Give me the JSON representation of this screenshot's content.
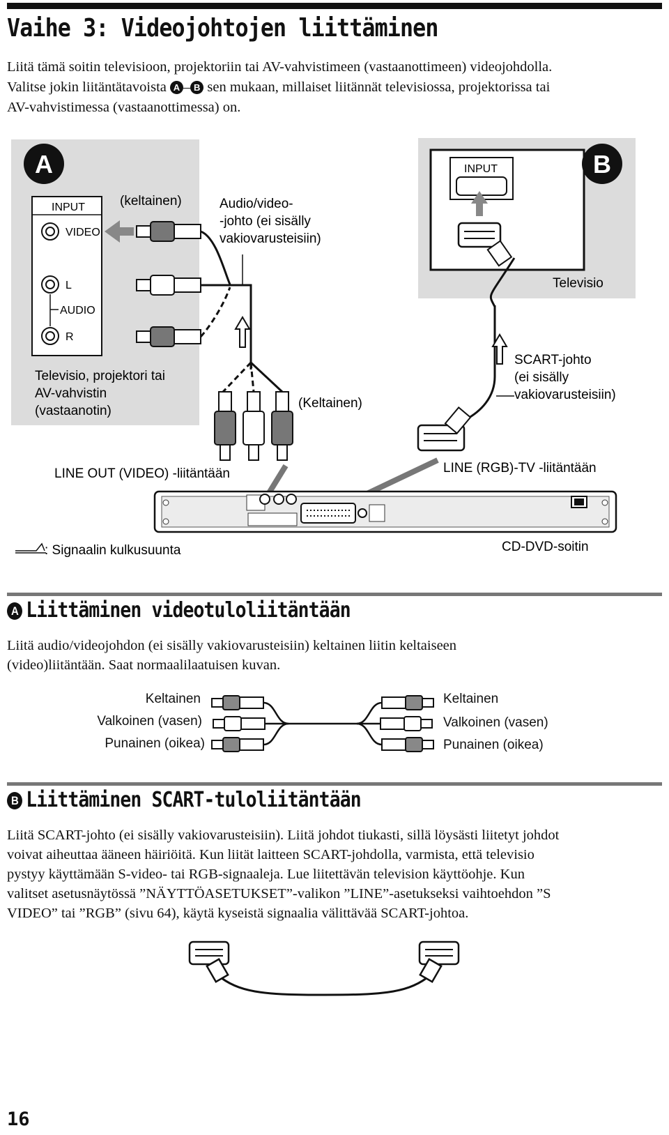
{
  "page": {
    "title": "Vaihe 3: Videojohtojen liittäminen",
    "intro_line1": "Liitä tämä soitin televisioon, projektoriin tai AV-vahvistimeen (vastaanottimeen) videojohdolla.",
    "intro_line2_a": "Valitse jokin liitäntätavoista",
    "intro_line2_dash": "–",
    "intro_line2_b": "sen mukaan, millaiset liitännät televisiossa, projektorissa tai",
    "intro_line3": "AV-vahvistimessa (vastaanottimessa) on.",
    "badge_a": "A",
    "badge_b": "B",
    "page_number": "16"
  },
  "diagram": {
    "panel_a_badge": "A",
    "panel_b_badge": "B",
    "input_a": "INPUT",
    "video": "VIDEO",
    "l": "L",
    "audio": "AUDIO",
    "r": "R",
    "keltainen_lower": "(keltainen)",
    "av_cable_1": "Audio/video-",
    "av_cable_2": "-johto (ei sisälly",
    "av_cable_3": "vakiovarusteisiin)",
    "tv_projector_1": "Televisio, projektori tai",
    "tv_projector_2": "AV-vahvistin",
    "tv_projector_3": "(vastaanotin)",
    "keltainen_upper": "(Keltainen)",
    "input_b": "INPUT",
    "televisio": "Televisio",
    "scart_1": "SCART-johto",
    "scart_2": "(ei sisälly",
    "scart_3": "vakiovarusteisiin)",
    "line_out": "LINE OUT (VIDEO) -liitäntään",
    "line_rgb": "LINE (RGB)-TV -liitäntään",
    "signal_dir": ": Signaalin kulkusuunta",
    "player": "CD-DVD-soitin"
  },
  "section_a": {
    "badge": "A",
    "heading": "Liittäminen videotuloliitäntään",
    "text_1": "Liitä audio/videojohdon (ei sisälly vakiovarusteisiin) keltainen liitin keltaiseen",
    "text_2": "(video)liitäntään. Saat normaalilaatuisen kuvan.",
    "left_labels": [
      "Keltainen",
      "Valkoinen (vasen)",
      "Punainen (oikea)"
    ],
    "right_labels": [
      "Keltainen",
      "Valkoinen (vasen)",
      "Punainen (oikea)"
    ]
  },
  "section_b": {
    "badge": "B",
    "heading": "Liittäminen SCART-tuloliitäntään",
    "lines": [
      "Liitä SCART-johto (ei sisälly vakiovarusteisiin). Liitä johdot tiukasti, sillä löysästi liitetyt johdot",
      "voivat aiheuttaa ääneen häiriöitä. Kun liität laitteen SCART-johdolla, varmista, että televisio",
      "pystyy käyttämään S-video- tai RGB-signaaleja. Lue liitettävän television käyttöohje. Kun",
      "valitset asetusnäytössä ”NÄYTTÖASETUKSET”-valikon ”LINE”-asetukseksi vaihtoehdon ”S",
      "VIDEO” tai ”RGB” (sivu 64), käytä kyseistä signaalia välittävää SCART-johtoa."
    ]
  }
}
